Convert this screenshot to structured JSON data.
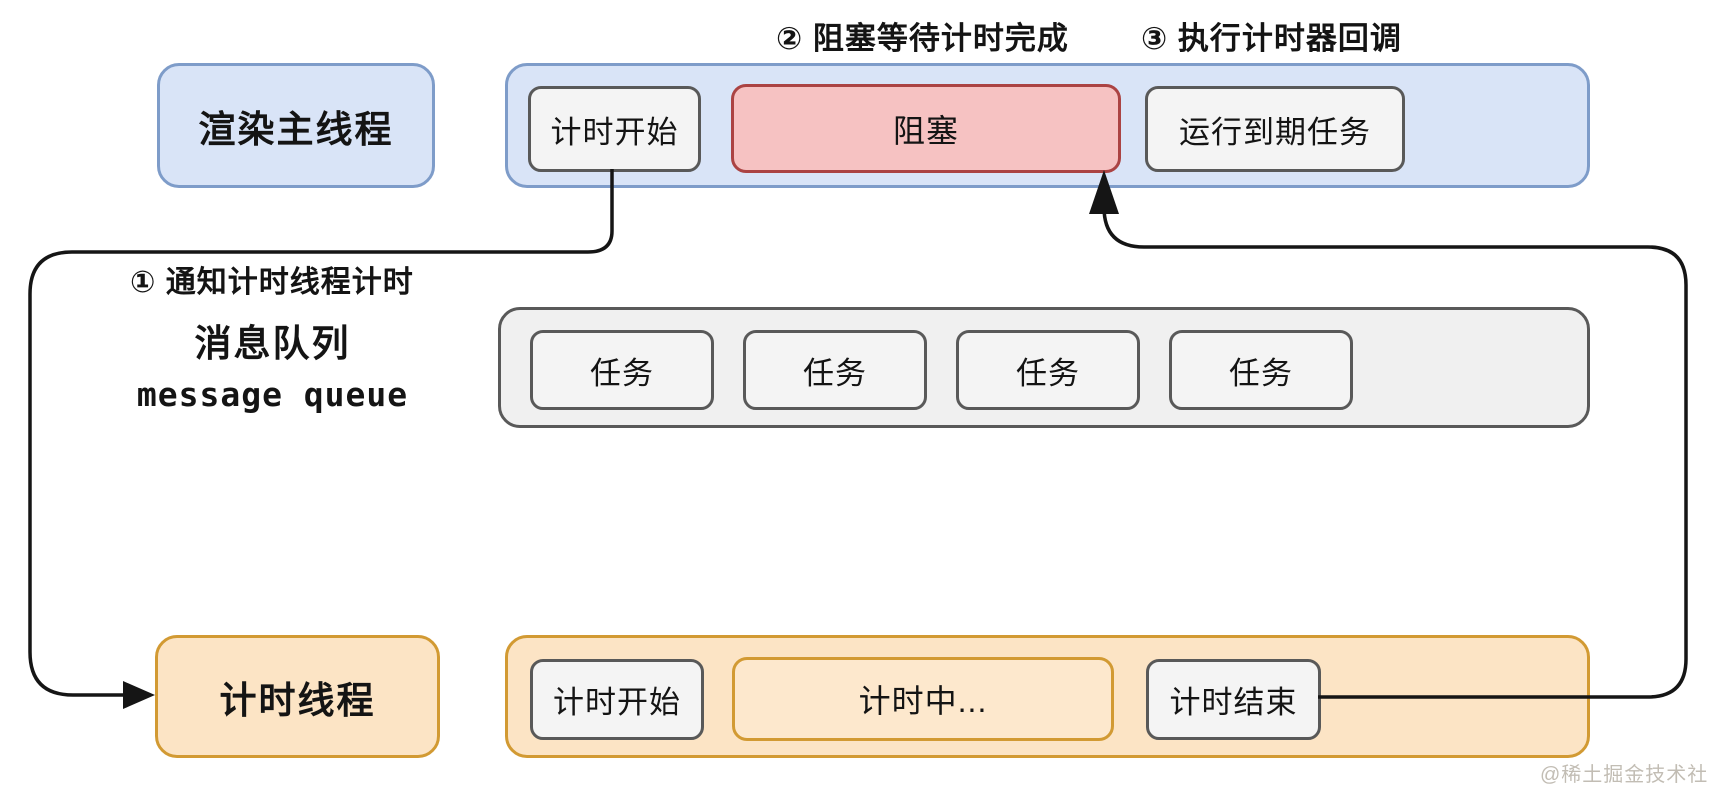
{
  "annotations": {
    "step1": "① 通知计时线程计时",
    "step2": "② 阻塞等待计时完成",
    "step3": "③ 执行计时器回调"
  },
  "render_main_thread": {
    "label": "渲染主线程",
    "segments": {
      "timer_start": "计时开始",
      "blocked": "阻塞",
      "run_expired_tasks": "运行到期任务"
    }
  },
  "message_queue": {
    "label_zh": "消息队列",
    "label_en": "message queue",
    "tasks": [
      "任务",
      "任务",
      "任务",
      "任务"
    ]
  },
  "timer_thread": {
    "label": "计时线程",
    "segments": {
      "timer_start": "计时开始",
      "timing": "计时中...",
      "timer_end": "计时结束"
    }
  },
  "watermark": "@稀土掘金技术社区",
  "colors": {
    "main_thread_fill": "#d9e4f7",
    "main_thread_border": "#7e9cc9",
    "blocked_fill": "#f6c2c2",
    "blocked_border": "#ab4343",
    "queue_fill": "#f0f0f0",
    "queue_border": "#595959",
    "timer_thread_fill": "#fce4c5",
    "timer_thread_border": "#d29a33",
    "chip_fill": "#f4f4f4",
    "chip_border": "#595959",
    "arrow": "#151515"
  }
}
